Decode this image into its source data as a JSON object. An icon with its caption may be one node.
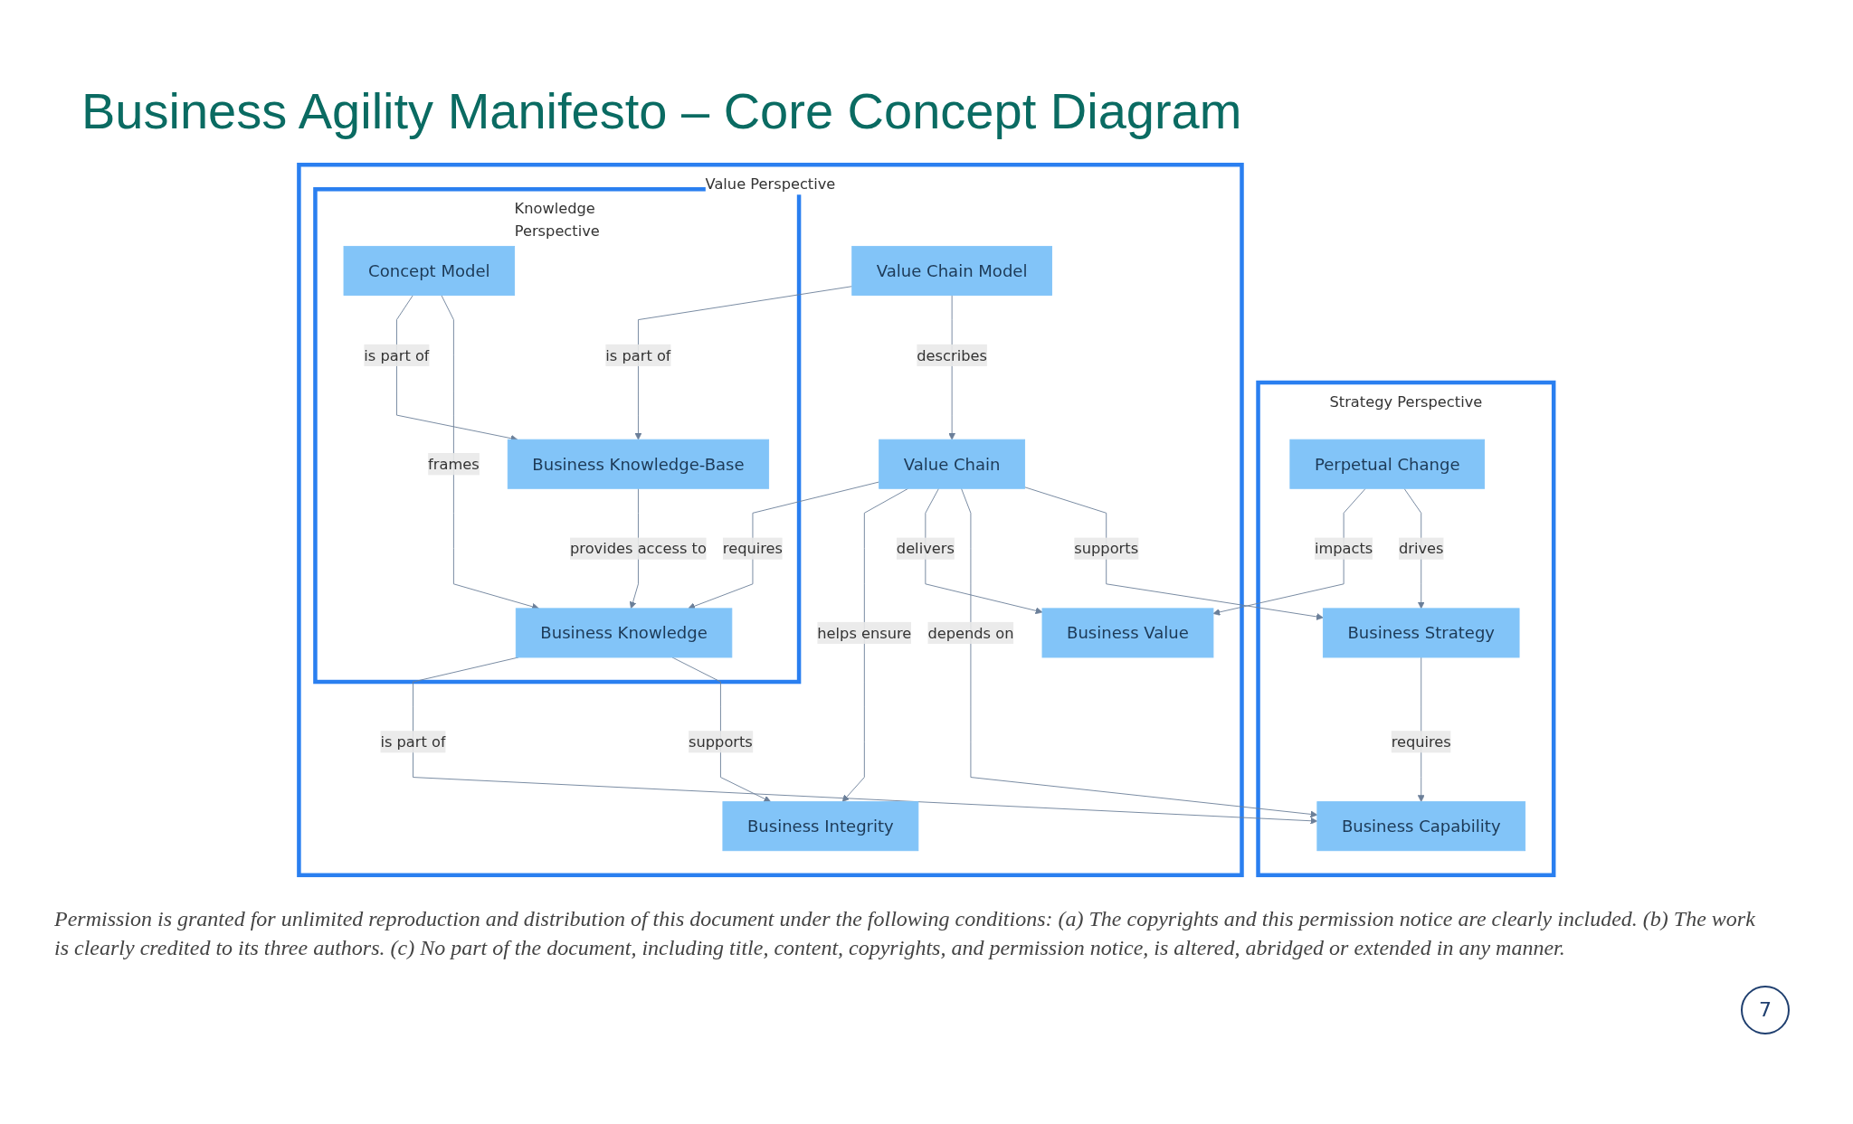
{
  "diagram": {
    "title": "Business Agility Manifesto – Core Concept Diagram",
    "nodes": [
      {
        "text": [
          "Strategy Perspective"
        ]
      },
      {
        "text": [
          "Perpetual Change"
        ],
        "in": 0
      },
      {
        "text": [
          "Business Strategy"
        ],
        "in": 0
      },
      {
        "text": [
          "Business Capability"
        ],
        "in": 0
      },
      {
        "text": [
          "Value Perspective"
        ]
      },
      {
        "text": [
          "Business Value"
        ],
        "in": 4
      },
      {
        "text": [
          "Value Chain"
        ],
        "in": 4
      },
      {
        "text": [
          "Value Chain Model"
        ],
        "in": 4
      },
      {
        "text": [
          "Business Integrity"
        ],
        "in": 4
      },
      {
        "text": [
          "Knowledge Perspective"
        ],
        "in": 4
      },
      {
        "text": [
          "Business Knowledge"
        ],
        "in": 9
      },
      {
        "text": [
          "Concept Model"
        ],
        "in": 9
      },
      {
        "text": [
          "Business Knowledge-Base"
        ],
        "in": 9
      }
    ],
    "edges": [
      {
        "from": 1,
        "to": 2,
        "arrow": "to",
        "label": "drives"
      },
      {
        "from": 2,
        "to": 3,
        "arrow": "to",
        "label": "requires"
      },
      {
        "from": 1,
        "to": 5,
        "arrow": "to",
        "label": "impacts"
      },
      {
        "from": 6,
        "to": 2,
        "arrow": "to",
        "label": "supports"
      },
      {
        "from": 6,
        "to": 3,
        "arrow": "to",
        "label": "depends on"
      },
      {
        "from": 6,
        "to": 5,
        "arrow": "to",
        "label": "delivers"
      },
      {
        "from": 7,
        "to": 6,
        "arrow": "to",
        "label": "describes"
      },
      {
        "from": 6,
        "to": 8,
        "arrow": "to",
        "label": "helps ensure"
      },
      {
        "from": 6,
        "to": 10,
        "arrow": "to",
        "label": "requires"
      },
      {
        "from": 10,
        "to": 8,
        "arrow": "to",
        "label": "supports"
      },
      {
        "from": 11,
        "to": 10,
        "arrow": "to",
        "label": "frames"
      },
      {
        "from": 12,
        "to": 10,
        "arrow": "to",
        "label": "provides access to"
      },
      {
        "from": 11,
        "to": 12,
        "arrow": "to",
        "label": "is part of"
      },
      {
        "from": 7,
        "to": 12,
        "arrow": "to",
        "label": "is part of"
      },
      {
        "from": 10,
        "to": 3,
        "arrow": "to",
        "label": "is part of"
      }
    ],
    "labels": [
      "Permission is granted for unlimited reproduction and distribution of this document under the following conditions: (a) The copyrights and this permission notice are clearly included. (b) The work is clearly credited to its three authors. (c) No part of the document, including title, content, copyrights, and permission notice, is altered, abridged or extended in any manner.",
      "7"
    ]
  }
}
